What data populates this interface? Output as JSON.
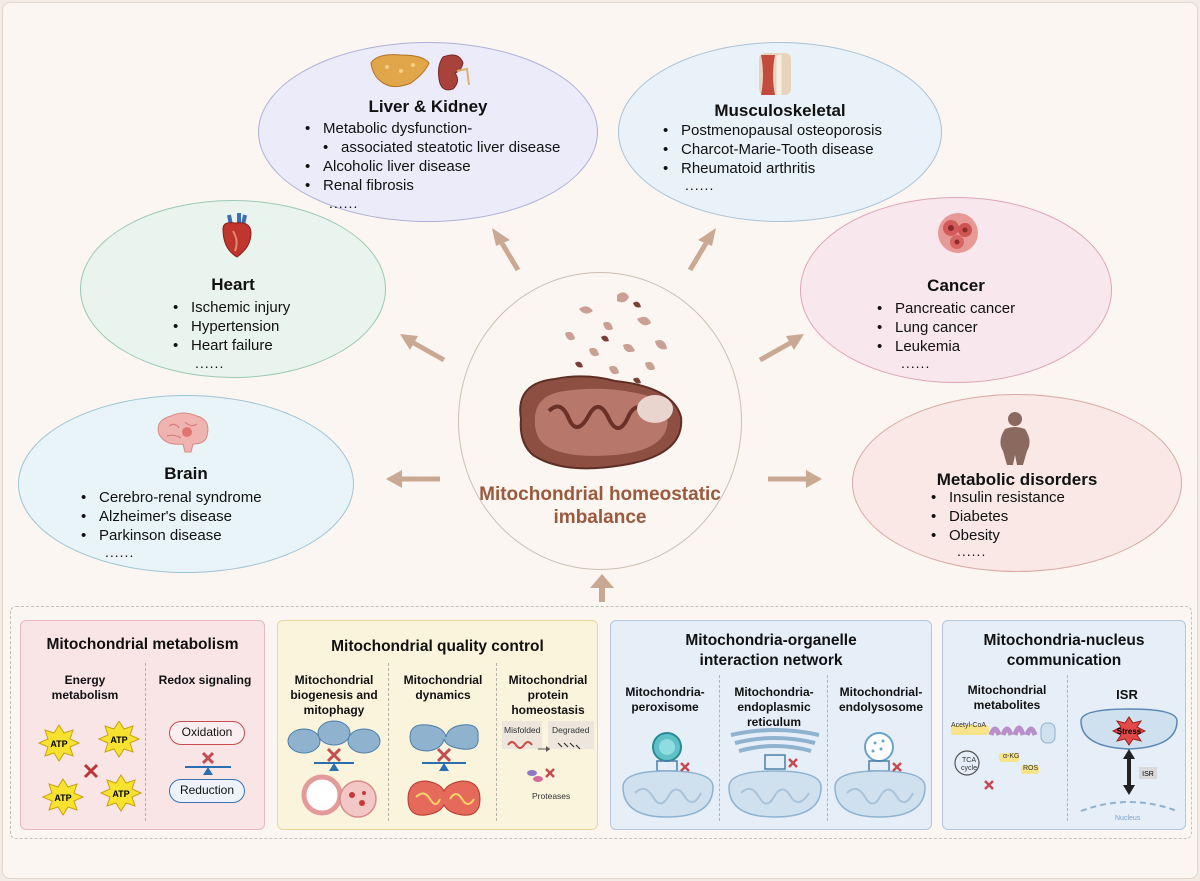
{
  "center": {
    "title": "Mitochondrial homeostatic imbalance"
  },
  "liver_kidney": {
    "title": "Liver & Kidney",
    "items": [
      "Metabolic dysfunction-",
      "associated steatotic liver disease",
      "Alcoholic liver disease",
      "Renal fibrosis"
    ],
    "ellipsis": "......"
  },
  "musculoskeletal": {
    "title": "Musculoskeletal",
    "items": [
      "Postmenopausal osteoporosis",
      "Charcot-Marie-Tooth disease",
      "Rheumatoid arthritis"
    ],
    "ellipsis": "......"
  },
  "heart": {
    "title": "Heart",
    "items": [
      "Ischemic injury",
      "Hypertension",
      "Heart failure"
    ],
    "ellipsis": "......"
  },
  "cancer": {
    "title": "Cancer",
    "items": [
      "Pancreatic cancer",
      "Lung cancer",
      "Leukemia"
    ],
    "ellipsis": "......"
  },
  "brain": {
    "title": "Brain",
    "items": [
      "Cerebro-renal syndrome",
      "Alzheimer's disease",
      "Parkinson disease"
    ],
    "ellipsis": "......"
  },
  "metabolic": {
    "title": "Metabolic disorders",
    "items": [
      "Insulin resistance",
      "Diabetes",
      "Obesity"
    ],
    "ellipsis": "......"
  },
  "panels": {
    "metabolism": {
      "title": "Mitochondrial metabolism",
      "energy": "Energy metabolism",
      "redox": "Redox signaling",
      "atp": "ATP",
      "oxidation": "Oxidation",
      "reduction": "Reduction"
    },
    "quality": {
      "title": "Mitochondrial quality control",
      "biogenesis": "Mitochondrial biogenesis and mitophagy",
      "dynamics": "Mitochondrial dynamics",
      "protein": "Mitochondrial protein homeostasis",
      "misfolded": "Misfolded",
      "degraded": "Degraded",
      "proteases": "Proteases"
    },
    "organelle": {
      "title": "Mitochondria-organelle interaction network",
      "perox": "Mitochondria-peroxisome",
      "er": "Mitochondria-endoplasmic reticulum",
      "endo": "Mitochondrial-endolysosome"
    },
    "nucleus": {
      "title": "Mitochondria-nucleus communication",
      "metabolites": "Mitochondrial metabolites",
      "isr": "ISR",
      "acetyl": "Acetyl-CoA",
      "tca": "TCA cycle",
      "akg": "α-KG",
      "ros": "ROS",
      "stress": "Stress",
      "isr_small": "ISR",
      "nucleus": "Nucleus"
    }
  },
  "colors": {
    "accent": "#9a5a3e",
    "arrow": "#c9a894",
    "panel_metabolism": "#f9e4e6",
    "panel_quality": "#fbf4dc",
    "panel_organelle": "#e6eef8",
    "panel_nucleus": "#e6eef8"
  }
}
